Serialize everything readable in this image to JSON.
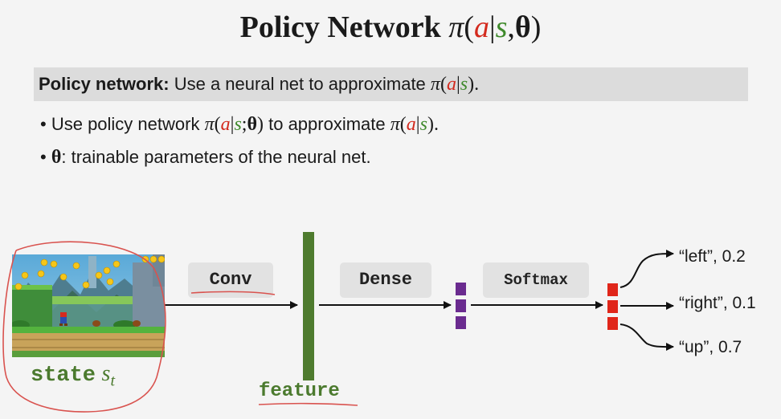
{
  "title": {
    "text": "Policy Network",
    "pi": "π",
    "open": "(",
    "a": "a",
    "bar": "|",
    "s": "s",
    "comma": ",",
    "theta": "θ",
    "close": ")"
  },
  "definition": {
    "bold": "Policy network:",
    "text": "Use a neural net to approximate",
    "math": {
      "pi": "π",
      "open": "(",
      "a": "a",
      "bar": "|",
      "s": "s",
      "close": ").",
      "tail": ""
    }
  },
  "bullets": [
    {
      "marker": "•",
      "text1": "Use policy network",
      "m1": {
        "pi": "π",
        "open": "(",
        "a": "a",
        "bar": "|",
        "s": "s",
        "semi": ";",
        "theta": "θ",
        "close": ")"
      },
      "text2": "to approximate",
      "m2": {
        "pi": "π",
        "open": "(",
        "a": "a",
        "bar": "|",
        "s": "s",
        "close": ")."
      }
    },
    {
      "marker": "•",
      "theta": "θ",
      "text": ": trainable parameters of the neural net."
    }
  ],
  "diagram": {
    "state_label": "state",
    "state_symbol": "s",
    "state_subscript": "t",
    "layers": [
      "Conv",
      "Dense",
      "Softmax"
    ],
    "feature_label": "feature",
    "outputs": [
      "“left”, 0.2",
      "“right”, 0.1",
      "“up”, 0.7"
    ],
    "colors": {
      "state_green": "#4b7a2e",
      "feature_bar": "#4e7b2e",
      "dense_cells": "#6a2b8f",
      "softmax_cells": "#e0261a",
      "annotation_red": "#d9534f"
    }
  }
}
